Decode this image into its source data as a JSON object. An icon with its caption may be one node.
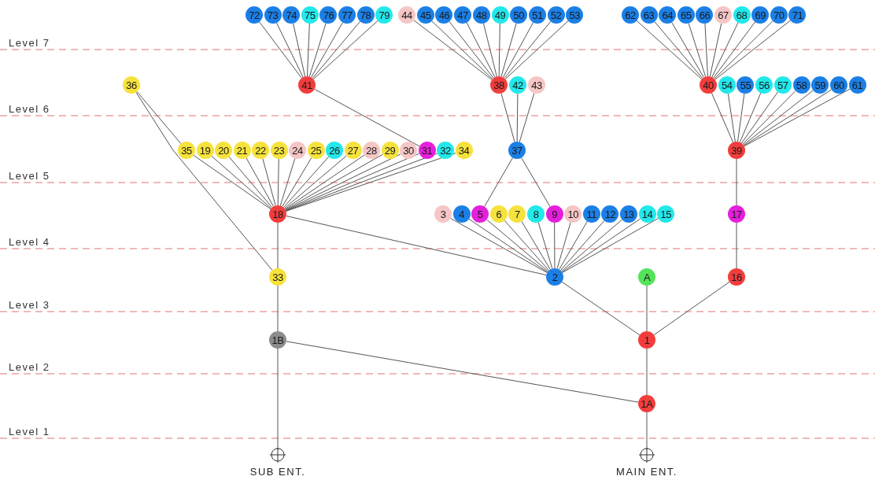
{
  "diagram": {
    "nodes": [
      {
        "text": [
          "72"
        ]
      },
      {
        "text": [
          "73"
        ]
      },
      {
        "text": [
          "74"
        ]
      },
      {
        "text": [
          "75"
        ]
      },
      {
        "text": [
          "76"
        ]
      },
      {
        "text": [
          "77"
        ]
      },
      {
        "text": [
          "78"
        ]
      },
      {
        "text": [
          "79"
        ]
      },
      {
        "text": [
          "44"
        ]
      },
      {
        "text": [
          "45"
        ]
      },
      {
        "text": [
          "46"
        ]
      },
      {
        "text": [
          "47"
        ]
      },
      {
        "text": [
          "48"
        ]
      },
      {
        "text": [
          "49"
        ]
      },
      {
        "text": [
          "50"
        ]
      },
      {
        "text": [
          "51"
        ]
      },
      {
        "text": [
          "52"
        ]
      },
      {
        "text": [
          "53"
        ]
      },
      {
        "text": [
          "62"
        ]
      },
      {
        "text": [
          "63"
        ]
      },
      {
        "text": [
          "64"
        ]
      },
      {
        "text": [
          "65"
        ]
      },
      {
        "text": [
          "66"
        ]
      },
      {
        "text": [
          "67"
        ]
      },
      {
        "text": [
          "68"
        ]
      },
      {
        "text": [
          "69"
        ]
      },
      {
        "text": [
          "70"
        ]
      },
      {
        "text": [
          "71"
        ]
      },
      {
        "text": [
          "36"
        ]
      },
      {
        "text": [
          "41"
        ]
      },
      {
        "text": [
          "38"
        ]
      },
      {
        "text": [
          "42"
        ]
      },
      {
        "text": [
          "43"
        ]
      },
      {
        "text": [
          "40"
        ]
      },
      {
        "text": [
          "54"
        ]
      },
      {
        "text": [
          "55"
        ]
      },
      {
        "text": [
          "56"
        ]
      },
      {
        "text": [
          "57"
        ]
      },
      {
        "text": [
          "58"
        ]
      },
      {
        "text": [
          "59"
        ]
      },
      {
        "text": [
          "60"
        ]
      },
      {
        "text": [
          "61"
        ]
      },
      {
        "text": [
          "35"
        ]
      },
      {
        "text": [
          "19"
        ]
      },
      {
        "text": [
          "20"
        ]
      },
      {
        "text": [
          "21"
        ]
      },
      {
        "text": [
          "22"
        ]
      },
      {
        "text": [
          "23"
        ]
      },
      {
        "text": [
          "24"
        ]
      },
      {
        "text": [
          "25"
        ]
      },
      {
        "text": [
          "26"
        ]
      },
      {
        "text": [
          "27"
        ]
      },
      {
        "text": [
          "28"
        ]
      },
      {
        "text": [
          "29"
        ]
      },
      {
        "text": [
          "30"
        ]
      },
      {
        "text": [
          "31"
        ]
      },
      {
        "text": [
          "32"
        ]
      },
      {
        "text": [
          "34"
        ]
      },
      {
        "text": [
          "37"
        ]
      },
      {
        "text": [
          "39"
        ]
      },
      {
        "text": [
          "18"
        ]
      },
      {
        "text": [
          "3"
        ]
      },
      {
        "text": [
          "4"
        ]
      },
      {
        "text": [
          "5"
        ]
      },
      {
        "text": [
          "6"
        ]
      },
      {
        "text": [
          "7"
        ]
      },
      {
        "text": [
          "8"
        ]
      },
      {
        "text": [
          "9"
        ]
      },
      {
        "text": [
          "10"
        ]
      },
      {
        "text": [
          "11"
        ]
      },
      {
        "text": [
          "12"
        ]
      },
      {
        "text": [
          "13"
        ]
      },
      {
        "text": [
          "14"
        ]
      },
      {
        "text": [
          "15"
        ]
      },
      {
        "text": [
          "17"
        ]
      },
      {
        "text": [
          "33"
        ]
      },
      {
        "text": [
          "2"
        ]
      },
      {
        "text": [
          "A"
        ]
      },
      {
        "text": [
          "16"
        ]
      },
      {
        "text": [
          "1B"
        ]
      },
      {
        "text": [
          "1"
        ]
      },
      {
        "text": [
          "1A"
        ]
      },
      {
        "text": [
          "SUB ENT."
        ]
      },
      {
        "text": [
          "MAIN ENT."
        ]
      }
    ],
    "edges": [
      {
        "from": 82,
        "to": 79,
        "arrow": "none"
      },
      {
        "from": 79,
        "to": 75,
        "arrow": "none"
      },
      {
        "from": 79,
        "to": 81,
        "arrow": "none"
      },
      {
        "from": 83,
        "to": 81,
        "arrow": "none"
      },
      {
        "from": 81,
        "to": 80,
        "arrow": "none"
      },
      {
        "from": 80,
        "to": 76,
        "arrow": "none"
      },
      {
        "from": 80,
        "to": 77,
        "arrow": "none"
      },
      {
        "from": 80,
        "to": 78,
        "arrow": "none"
      },
      {
        "from": 75,
        "to": 60,
        "arrow": "none"
      },
      {
        "from": 75,
        "to": 28,
        "arrow": "none"
      },
      {
        "from": 28,
        "to": 42,
        "arrow": "none"
      },
      {
        "from": 60,
        "to": 76,
        "arrow": "none"
      },
      {
        "from": 78,
        "to": 74,
        "arrow": "none"
      },
      {
        "from": 76,
        "to": 61,
        "arrow": "none"
      },
      {
        "from": 76,
        "to": 62,
        "arrow": "none"
      },
      {
        "from": 76,
        "to": 63,
        "arrow": "none"
      },
      {
        "from": 76,
        "to": 64,
        "arrow": "none"
      },
      {
        "from": 76,
        "to": 65,
        "arrow": "none"
      },
      {
        "from": 76,
        "to": 66,
        "arrow": "none"
      },
      {
        "from": 76,
        "to": 67,
        "arrow": "none"
      },
      {
        "from": 76,
        "to": 68,
        "arrow": "none"
      },
      {
        "from": 76,
        "to": 69,
        "arrow": "none"
      },
      {
        "from": 76,
        "to": 70,
        "arrow": "none"
      },
      {
        "from": 76,
        "to": 71,
        "arrow": "none"
      },
      {
        "from": 76,
        "to": 72,
        "arrow": "none"
      },
      {
        "from": 76,
        "to": 73,
        "arrow": "none"
      },
      {
        "from": 74,
        "to": 59,
        "arrow": "none"
      },
      {
        "from": 60,
        "to": 42,
        "arrow": "none"
      },
      {
        "from": 60,
        "to": 43,
        "arrow": "none"
      },
      {
        "from": 60,
        "to": 44,
        "arrow": "none"
      },
      {
        "from": 60,
        "to": 45,
        "arrow": "none"
      },
      {
        "from": 60,
        "to": 46,
        "arrow": "none"
      },
      {
        "from": 60,
        "to": 47,
        "arrow": "none"
      },
      {
        "from": 60,
        "to": 48,
        "arrow": "none"
      },
      {
        "from": 60,
        "to": 49,
        "arrow": "none"
      },
      {
        "from": 60,
        "to": 50,
        "arrow": "none"
      },
      {
        "from": 60,
        "to": 51,
        "arrow": "none"
      },
      {
        "from": 60,
        "to": 52,
        "arrow": "none"
      },
      {
        "from": 60,
        "to": 53,
        "arrow": "none"
      },
      {
        "from": 60,
        "to": 54,
        "arrow": "none"
      },
      {
        "from": 60,
        "to": 55,
        "arrow": "none"
      },
      {
        "from": 60,
        "to": 56,
        "arrow": "none"
      },
      {
        "from": 60,
        "to": 57,
        "arrow": "none"
      },
      {
        "from": 63,
        "to": 58,
        "arrow": "none"
      },
      {
        "from": 67,
        "to": 58,
        "arrow": "none"
      },
      {
        "from": 55,
        "to": 29,
        "arrow": "none"
      },
      {
        "from": 58,
        "to": 30,
        "arrow": "none"
      },
      {
        "from": 58,
        "to": 31,
        "arrow": "none"
      },
      {
        "from": 58,
        "to": 32,
        "arrow": "none"
      },
      {
        "from": 59,
        "to": 33,
        "arrow": "none"
      },
      {
        "from": 59,
        "to": 34,
        "arrow": "none"
      },
      {
        "from": 59,
        "to": 35,
        "arrow": "none"
      },
      {
        "from": 59,
        "to": 36,
        "arrow": "none"
      },
      {
        "from": 59,
        "to": 37,
        "arrow": "none"
      },
      {
        "from": 59,
        "to": 38,
        "arrow": "none"
      },
      {
        "from": 59,
        "to": 39,
        "arrow": "none"
      },
      {
        "from": 59,
        "to": 40,
        "arrow": "none"
      },
      {
        "from": 59,
        "to": 41,
        "arrow": "none"
      },
      {
        "from": 29,
        "to": 0,
        "arrow": "none"
      },
      {
        "from": 29,
        "to": 1,
        "arrow": "none"
      },
      {
        "from": 29,
        "to": 2,
        "arrow": "none"
      },
      {
        "from": 29,
        "to": 3,
        "arrow": "none"
      },
      {
        "from": 29,
        "to": 4,
        "arrow": "none"
      },
      {
        "from": 29,
        "to": 5,
        "arrow": "none"
      },
      {
        "from": 29,
        "to": 6,
        "arrow": "none"
      },
      {
        "from": 29,
        "to": 7,
        "arrow": "none"
      },
      {
        "from": 30,
        "to": 8,
        "arrow": "none"
      },
      {
        "from": 30,
        "to": 9,
        "arrow": "none"
      },
      {
        "from": 30,
        "to": 10,
        "arrow": "none"
      },
      {
        "from": 30,
        "to": 11,
        "arrow": "none"
      },
      {
        "from": 30,
        "to": 12,
        "arrow": "none"
      },
      {
        "from": 30,
        "to": 13,
        "arrow": "none"
      },
      {
        "from": 30,
        "to": 14,
        "arrow": "none"
      },
      {
        "from": 30,
        "to": 15,
        "arrow": "none"
      },
      {
        "from": 30,
        "to": 16,
        "arrow": "none"
      },
      {
        "from": 30,
        "to": 17,
        "arrow": "none"
      },
      {
        "from": 33,
        "to": 18,
        "arrow": "none"
      },
      {
        "from": 33,
        "to": 19,
        "arrow": "none"
      },
      {
        "from": 33,
        "to": 20,
        "arrow": "none"
      },
      {
        "from": 33,
        "to": 21,
        "arrow": "none"
      },
      {
        "from": 33,
        "to": 22,
        "arrow": "none"
      },
      {
        "from": 33,
        "to": 23,
        "arrow": "none"
      },
      {
        "from": 33,
        "to": 24,
        "arrow": "none"
      },
      {
        "from": 33,
        "to": 25,
        "arrow": "none"
      },
      {
        "from": 33,
        "to": 26,
        "arrow": "none"
      },
      {
        "from": 33,
        "to": 27,
        "arrow": "none"
      }
    ],
    "labels": [
      "Level 7",
      "Level 6",
      "Level 5",
      "Level 4",
      "Level 3",
      "Level 2",
      "Level 1"
    ]
  }
}
